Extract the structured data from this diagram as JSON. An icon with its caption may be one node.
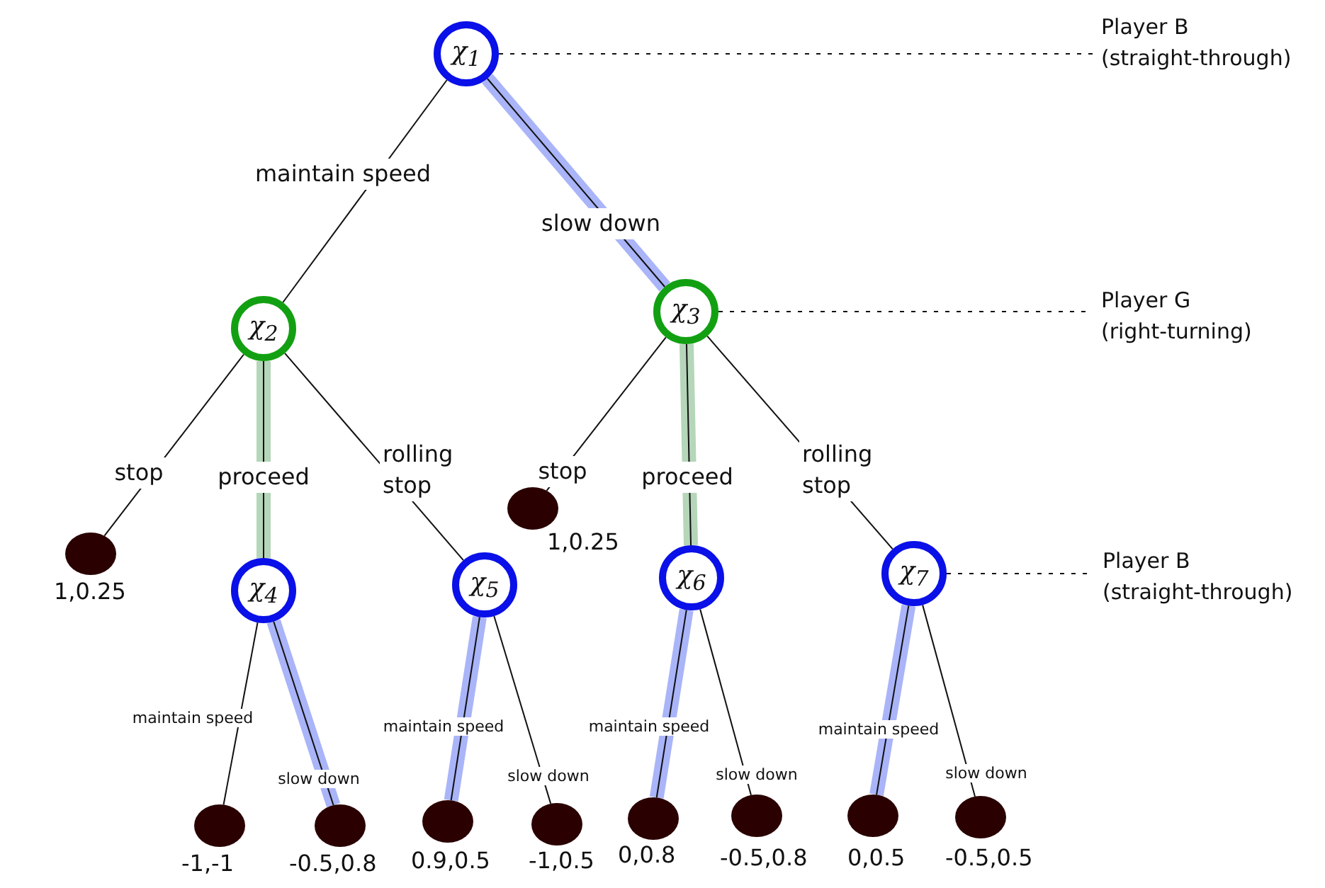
{
  "diagram": {
    "nodes": [
      {
        "text": [
          "χ$_{1}$"
        ]
      },
      {
        "text": [
          "χ$_{2}$"
        ]
      },
      {
        "text": [
          "χ$_{3}$"
        ]
      },
      {
        "text": [],
        "shape": "circle",
        "beside": [
          "1,0.25"
        ]
      },
      {
        "text": [
          "χ$_{4}$"
        ]
      },
      {
        "text": [
          "χ$_{5}$"
        ]
      },
      {
        "text": [],
        "shape": "circle",
        "beside": [
          "1,0.25"
        ]
      },
      {
        "text": [
          "χ$_{6}$"
        ]
      },
      {
        "text": [
          "χ$_{7}$"
        ]
      },
      {
        "text": [],
        "shape": "circle",
        "beside": [
          "-1,-1"
        ]
      },
      {
        "text": [],
        "shape": "circle",
        "beside": [
          "-0.5,0.8"
        ]
      },
      {
        "text": [],
        "shape": "circle",
        "beside": [
          "0.9,0.5"
        ]
      },
      {
        "text": [],
        "shape": "circle",
        "beside": [
          "-1,0.5"
        ]
      },
      {
        "text": [],
        "shape": "circle",
        "beside": [
          "0,0.8"
        ]
      },
      {
        "text": [],
        "shape": "circle",
        "beside": [
          "-0.5,0.8"
        ]
      },
      {
        "text": [],
        "shape": "circle",
        "beside": [
          "0,0.5"
        ]
      },
      {
        "text": [],
        "shape": "circle",
        "beside": [
          "-0.5,0.5"
        ]
      },
      {
        "text": [
          "Player B (straight-through)"
        ]
      },
      {
        "text": [
          "Player G (right-turning)"
        ]
      },
      {
        "text": [
          "Player B (straight-through)"
        ]
      }
    ],
    "edges": [
      {
        "from": 0,
        "to": 1,
        "arrow": "none",
        "label": "maintain speed"
      },
      {
        "from": 0,
        "to": 2,
        "arrow": "none",
        "label": "slow down",
        "style": "thick",
        "color": "#aab4f8"
      },
      {
        "from": 1,
        "to": 3,
        "arrow": "none",
        "label": "stop"
      },
      {
        "from": 1,
        "to": 4,
        "arrow": "none",
        "label": "proceed",
        "style": "thick",
        "color": "#b5d6b9"
      },
      {
        "from": 1,
        "to": 5,
        "arrow": "none",
        "label": "rolling stop"
      },
      {
        "from": 2,
        "to": 6,
        "arrow": "none",
        "label": "stop"
      },
      {
        "from": 2,
        "to": 7,
        "arrow": "none",
        "label": "proceed",
        "style": "thick",
        "color": "#b5d6b9"
      },
      {
        "from": 2,
        "to": 8,
        "arrow": "none",
        "label": "rolling stop"
      },
      {
        "from": 4,
        "to": 9,
        "arrow": "none",
        "label": "maintain speed"
      },
      {
        "from": 4,
        "to": 10,
        "arrow": "none",
        "label": "slow down",
        "style": "thick",
        "color": "#aab4f8"
      },
      {
        "from": 5,
        "to": 11,
        "arrow": "none",
        "label": "maintain speed",
        "style": "thick",
        "color": "#aab4f8"
      },
      {
        "from": 5,
        "to": 12,
        "arrow": "none",
        "label": "slow down"
      },
      {
        "from": 7,
        "to": 13,
        "arrow": "none",
        "label": "maintain speed",
        "style": "thick",
        "color": "#aab4f8"
      },
      {
        "from": 7,
        "to": 14,
        "arrow": "none",
        "label": "slow down"
      },
      {
        "from": 8,
        "to": 15,
        "arrow": "none",
        "label": "maintain speed",
        "style": "thick",
        "color": "#aab4f8"
      },
      {
        "from": 8,
        "to": 16,
        "arrow": "none",
        "label": "slow down"
      },
      {
        "from": 0,
        "to": 17,
        "arrow": "none",
        "style": "dashed"
      },
      {
        "from": 2,
        "to": 18,
        "arrow": "none",
        "style": "dashed"
      },
      {
        "from": 8,
        "to": 19,
        "arrow": "none",
        "style": "dashed"
      }
    ]
  }
}
